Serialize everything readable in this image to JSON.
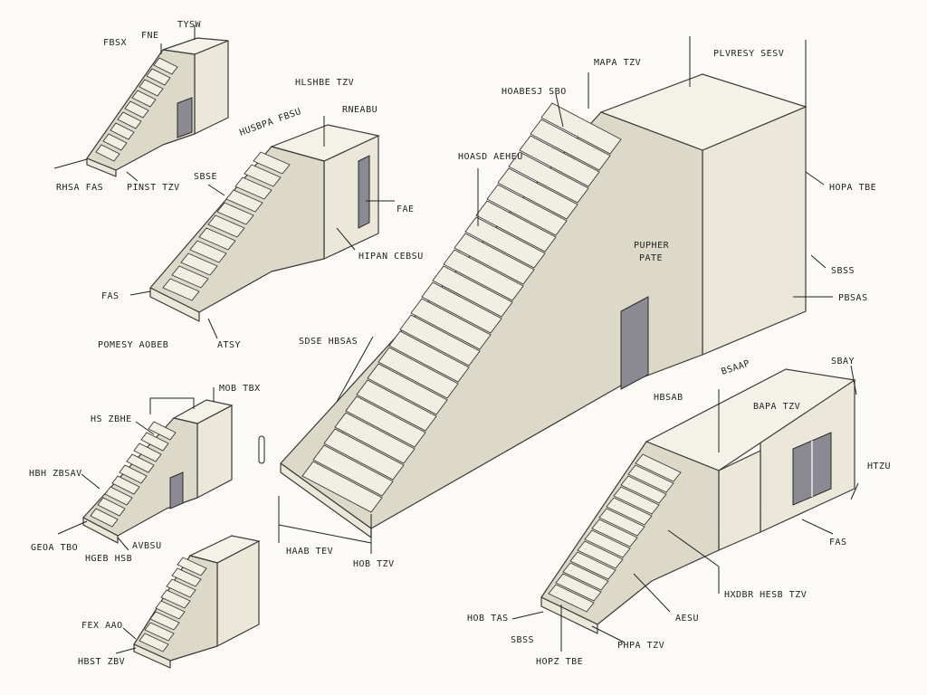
{
  "labels": {
    "s1_tysw": "TYSW",
    "s1_fne": "FNE",
    "s1_fbsx": "FBSX",
    "s1_rhsa_fas": "RHSA FAS",
    "s1_pinst_tzv": "PINST TZV",
    "s2_top": "HLSHBE TZV",
    "s2_diag": "HUSBPA FBSU",
    "s2_right": "RNEABU",
    "s2_side": "SBSE",
    "s2_fae": "FAE",
    "s2_open": "HIPAN CEBSU",
    "s2_fas": "FAS",
    "s2_bottom": "POMESY AOBEB",
    "s2_ats": "ATSY",
    "c_top": "MAPA TZV",
    "c_top_right": "PLVRESY SESV",
    "c_left1": "HOABESJ SBO",
    "c_left2": "HOASD AEHEU",
    "c_right1": "HOPA TBE",
    "c_right2": "SBSS",
    "c_right3": "PBSAS",
    "c_center1": "PUPHER",
    "c_center2": "PATE",
    "c_mid": "SDSE HBSAS",
    "c_bottom1": "HAAB TEV",
    "c_bottom2": "HOB TZV",
    "c_door": "HBSAB",
    "s3_top": "MOB TBX",
    "s3_left": "HS ZBHE",
    "s3_mid": "HBH ZBSAV",
    "s3_bottom1": "GEOA TBO",
    "s3_bottom2": "AVBSU",
    "s3_bottom3": "HGEB HSB",
    "s4_left": "FEX AAO",
    "s4_bottom": "HBST ZBV",
    "r_top": "BAPA TZV",
    "r_top2": "BSAAP",
    "r_sa": "SBAY",
    "r_right": "HTZU",
    "r_fas": "FAS",
    "r_mid": "HXDBR HESB TZV",
    "r_av": "AESU",
    "r_bottom_left": "HOB TAS",
    "r_sbss": "SBSS",
    "r_phpa": "PHPA TZV",
    "r_mopz": "HOPZ TBE"
  }
}
